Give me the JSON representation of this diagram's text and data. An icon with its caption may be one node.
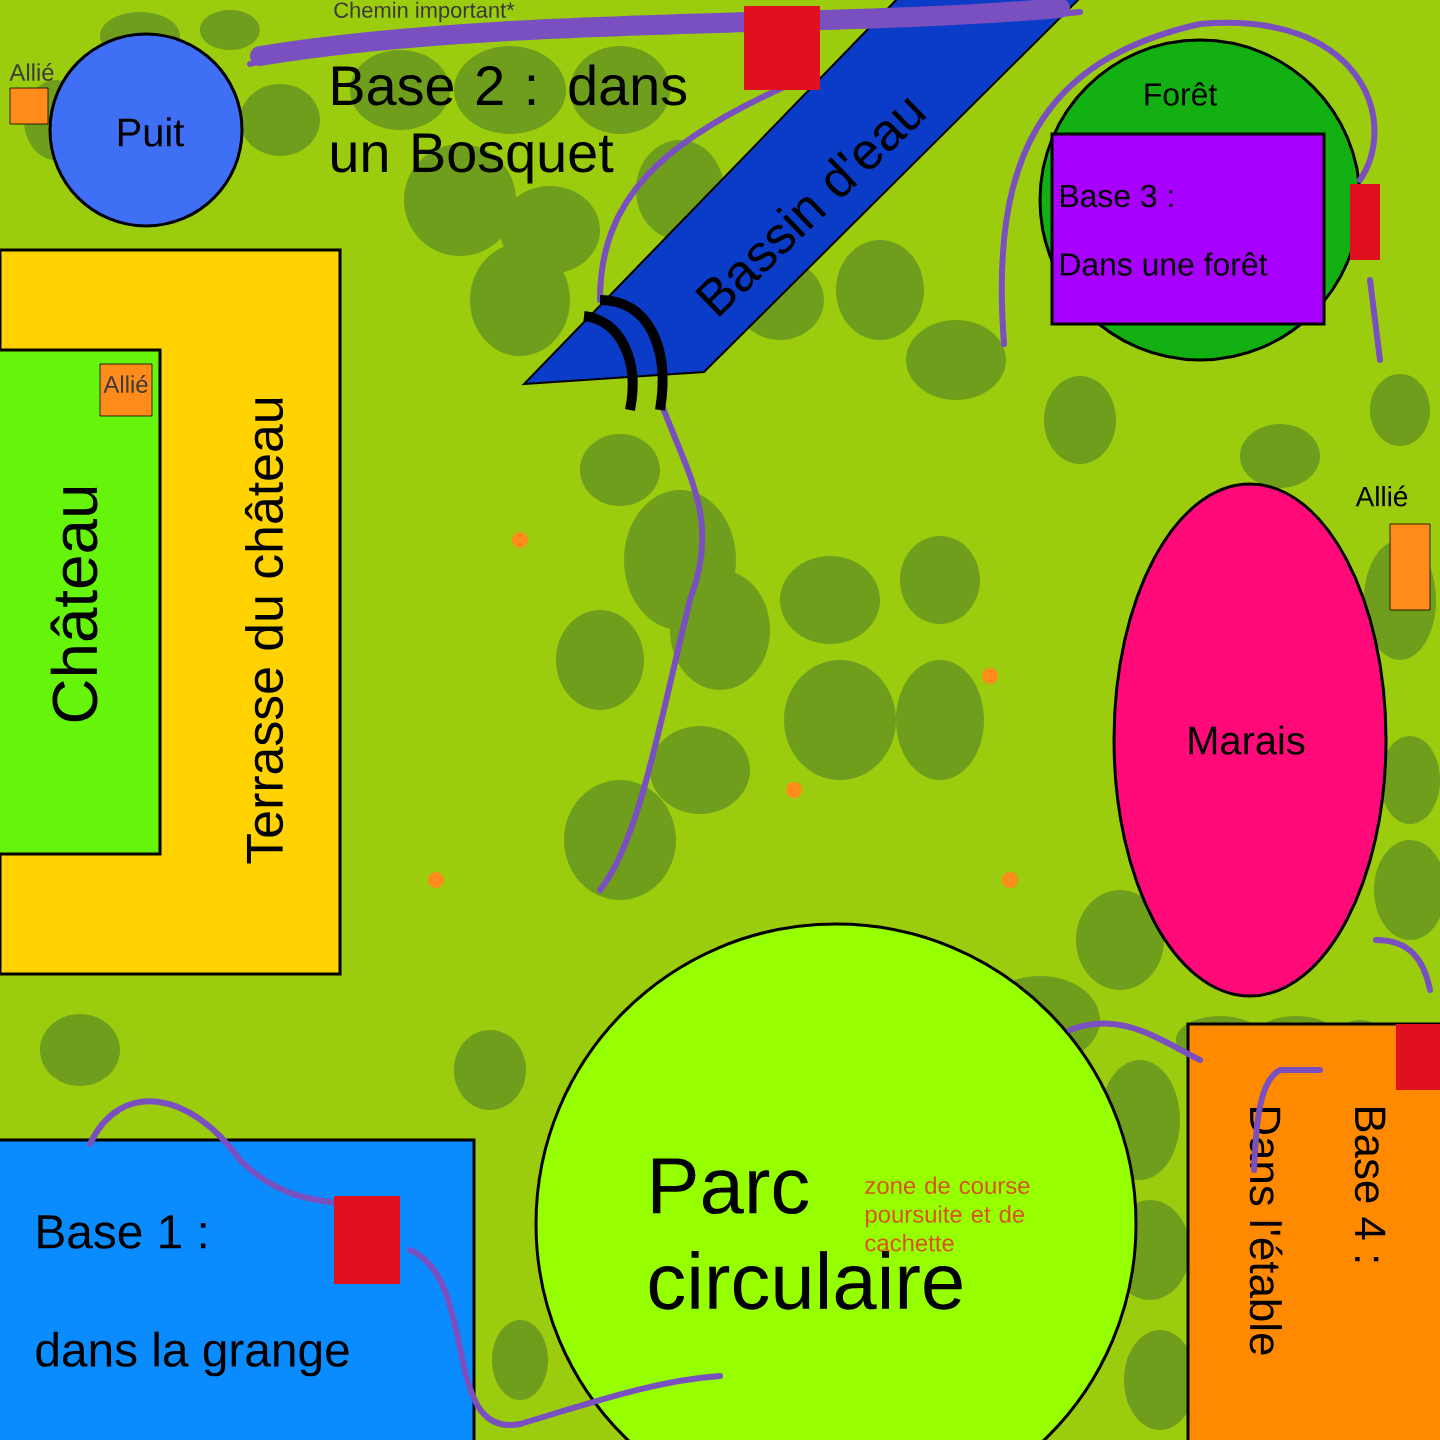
{
  "diagram": {
    "nodes": [
      {
        "text": [
          "Puit"
        ]
      },
      {
        "text": [
          "Terrasse du château"
        ]
      },
      {
        "text": [
          "Château"
        ],
        "in": 1
      },
      {
        "text": [
          "Bassin d'eau"
        ]
      },
      {
        "text": [
          "Forêt"
        ]
      },
      {
        "text": [
          "Base 3 :",
          "Dans une forêt"
        ],
        "in": 4
      },
      {
        "text": [
          "Marais"
        ]
      },
      {
        "text": [
          "Parc circulaire",
          "zone de course poursuite et de cachette"
        ]
      },
      {
        "text": [
          "Base 1 :",
          "dans la grange"
        ]
      },
      {
        "text": [
          "Base 4 :",
          "Dans l'étable"
        ]
      }
    ],
    "labels": [
      "Chemin important*",
      "Allié",
      "Base 2 : dans un Bosquet",
      "Allié",
      "Allié"
    ]
  }
}
